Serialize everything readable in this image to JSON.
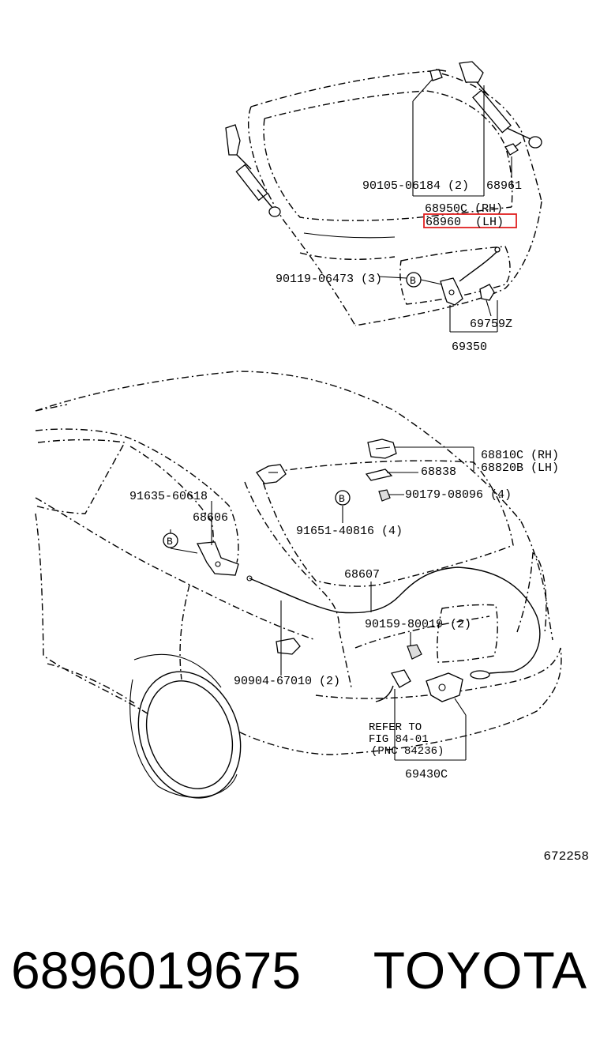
{
  "callouts": {
    "c_90105": "90105-06184 (2)",
    "c_68961": "68961",
    "c_68950c": "68950C (RH)",
    "c_68960": "68960  (LH)",
    "c_90119": "90119-06473 (3)",
    "c_69759z": "69759Z",
    "c_69350": "69350",
    "c_68810c": "68810C (RH)",
    "c_68820b": "68820B (LH)",
    "c_68838": "68838",
    "c_90179": "90179-08096 (4)",
    "c_91635": "91635-60618",
    "c_68606": "68606",
    "c_91651": "91651-40816 (4)",
    "c_68607": "68607",
    "c_90159": "90159-80019 (2)",
    "c_90904": "90904-67010 (2)",
    "refer_1": "REFER TO",
    "refer_2": "FIG 84-01",
    "refer_3": "(PNC 84236)",
    "c_69430c": "69430C",
    "marker_b": "B"
  },
  "highlight": {
    "color": "#e02020",
    "target": "68960  (LH)"
  },
  "figure_code": "672258",
  "footer": {
    "part_number": "6896019675",
    "brand": "TOYOTA"
  }
}
